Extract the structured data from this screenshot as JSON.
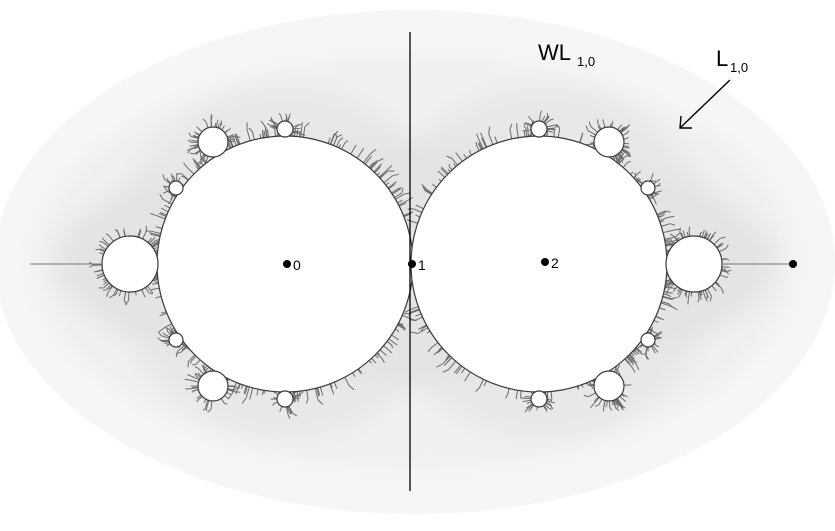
{
  "figure": {
    "labels": {
      "wl_main": "WL",
      "wl_sub": "1,0",
      "l_main": "L",
      "l_sub": "1,0"
    },
    "points": [
      {
        "id": "p0",
        "label": "0"
      },
      {
        "id": "p1",
        "label": "1"
      },
      {
        "id": "p2",
        "label": "2"
      },
      {
        "id": "p3",
        "label": ""
      }
    ],
    "colors": {
      "background": "#ffffff",
      "halo_outer": "#f4f4f4",
      "halo_mid": "#ececec",
      "halo_inner": "#e2e2e2",
      "filament": "#555555",
      "line": "#000000"
    }
  }
}
